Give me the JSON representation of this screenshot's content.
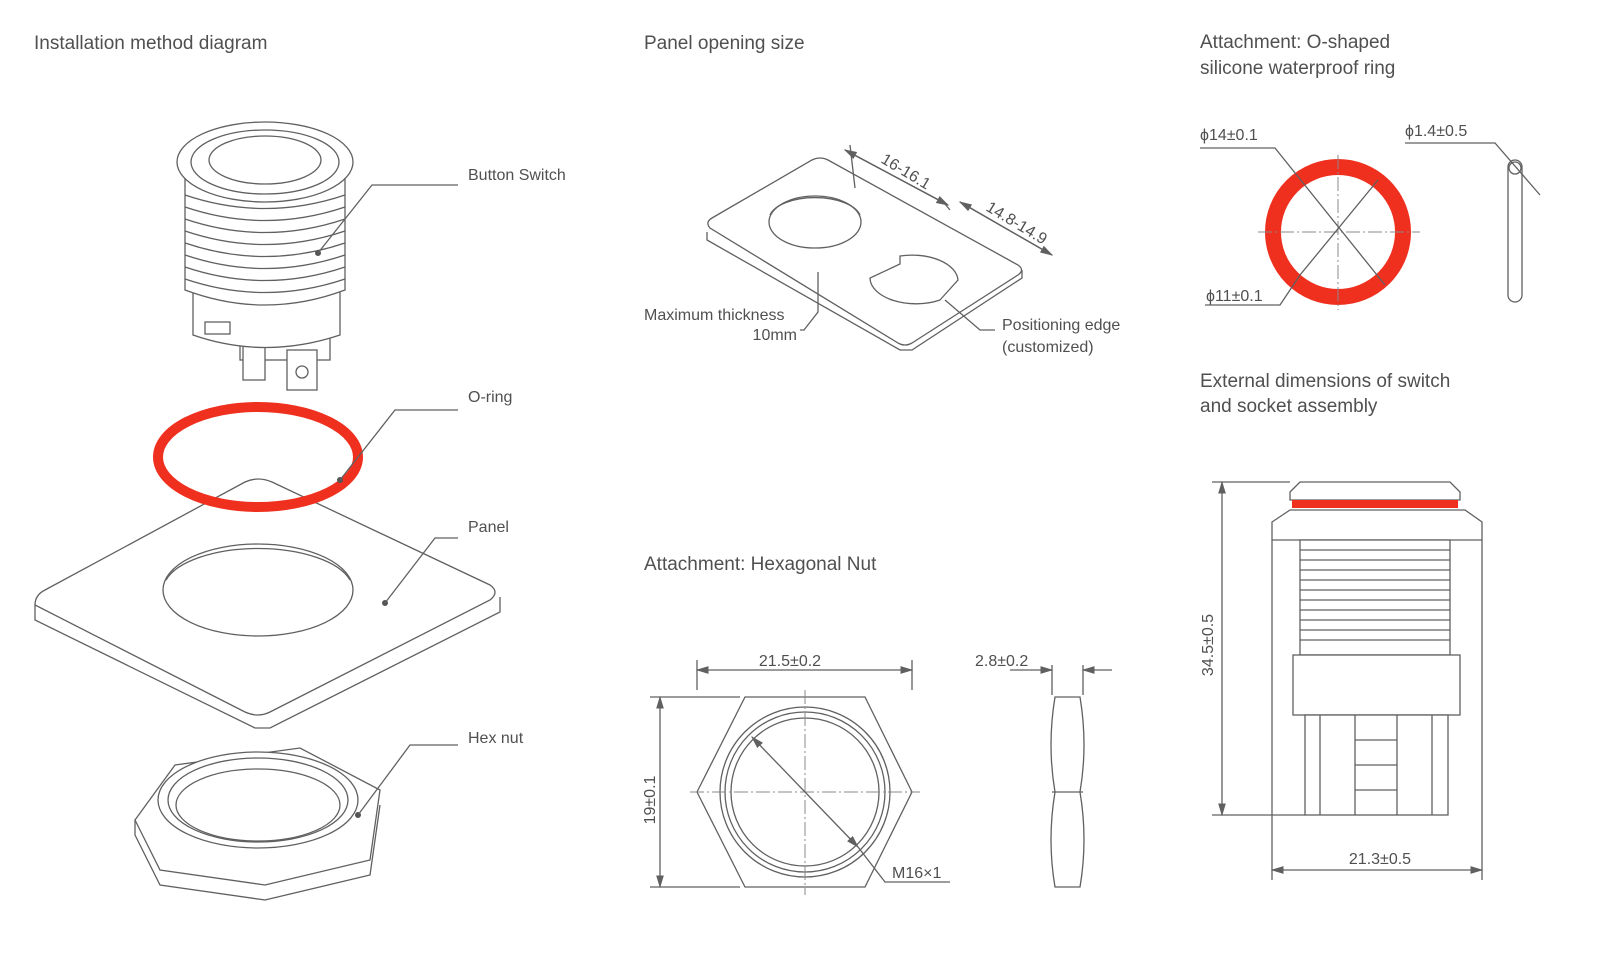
{
  "installation": {
    "title": "Installation method diagram",
    "labels": {
      "button_switch": "Button Switch",
      "o_ring": "O-ring",
      "panel": "Panel",
      "hex_nut": "Hex nut"
    }
  },
  "panel_opening": {
    "title": "Panel opening size",
    "dim_round_hole": "16-16.1",
    "dim_flat_hole": "14.8-14.9",
    "thickness_label": "Maximum thickness",
    "thickness_value": "10mm",
    "positioning_edge": "Positioning edge",
    "positioning_note": "(customized)"
  },
  "hex_nut": {
    "title": "Attachment:  Hexagonal Nut",
    "width": "21.5±0.2",
    "height": "19±0.1",
    "thread": "M16×1",
    "thickness": "2.8±0.2"
  },
  "o_ring": {
    "title_line1": "Attachment: O-shaped",
    "title_line2": "silicone waterproof ring",
    "outer_diameter": "ϕ14±0.1",
    "cross_section": "ϕ1.4±0.5",
    "inner_diameter": "ϕ11±0.1"
  },
  "external": {
    "title_line1": "External dimensions of switch",
    "title_line2": "and socket assembly",
    "height": "34.5±0.5",
    "width": "21.3±0.5"
  },
  "colors": {
    "accent_red": "#f0301f",
    "line": "#606060",
    "text": "#505050"
  }
}
